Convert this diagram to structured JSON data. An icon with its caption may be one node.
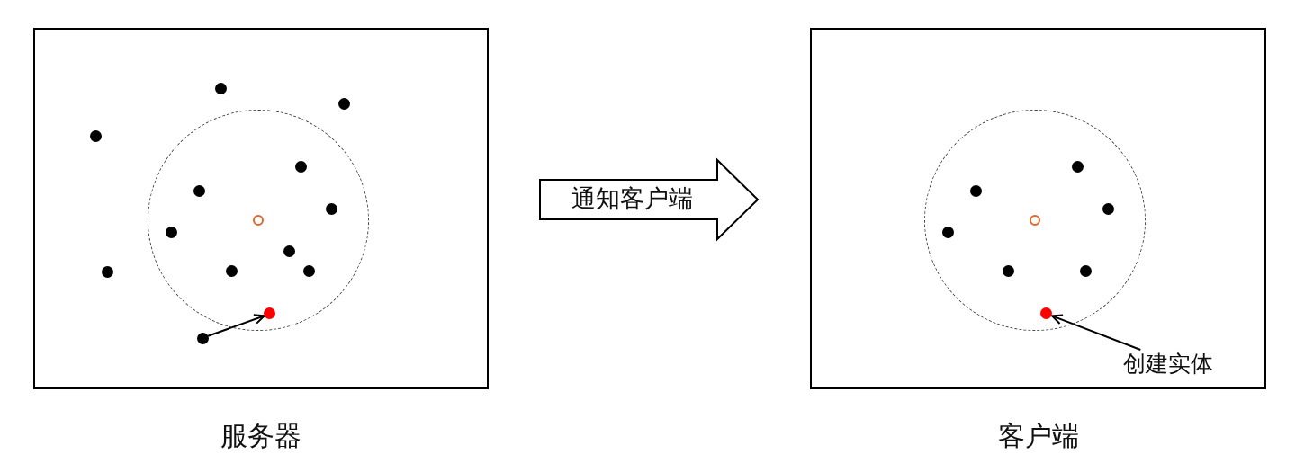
{
  "diagram": {
    "nodes": [
      {
        "text": [
          "服务器"
        ]
      },
      {
        "text": [],
        "shape": "circle",
        "in": 0
      },
      {
        "text": [],
        "shape": "dot",
        "in": 0
      },
      {
        "text": [],
        "shape": "dot",
        "in": 0
      },
      {
        "text": [],
        "shape": "dot",
        "in": 0
      },
      {
        "text": [],
        "shape": "dot",
        "in": 0
      },
      {
        "text": [],
        "shape": "dot",
        "in": 0
      },
      {
        "text": [],
        "shape": "dot",
        "in": 1
      },
      {
        "text": [],
        "shape": "dot",
        "in": 1
      },
      {
        "text": [],
        "shape": "dot",
        "in": 1
      },
      {
        "text": [],
        "shape": "ring",
        "in": 1
      },
      {
        "text": [],
        "shape": "dot",
        "in": 1
      },
      {
        "text": [],
        "shape": "dot",
        "in": 1
      },
      {
        "text": [],
        "shape": "dot",
        "in": 1
      },
      {
        "text": [],
        "shape": "dot",
        "in": 1
      },
      {
        "text": [],
        "shape": "dot",
        "in": 1
      },
      {
        "text": [
          "客户端"
        ]
      },
      {
        "text": [],
        "shape": "circle",
        "in": 16
      },
      {
        "text": [],
        "shape": "dot",
        "in": 17
      },
      {
        "text": [],
        "shape": "dot",
        "in": 17
      },
      {
        "text": [],
        "shape": "dot",
        "in": 17
      },
      {
        "text": [],
        "shape": "ring",
        "in": 17
      },
      {
        "text": [],
        "shape": "dot",
        "in": 17
      },
      {
        "text": [],
        "shape": "dot",
        "in": 17
      },
      {
        "text": [],
        "shape": "dot",
        "in": 17
      },
      {
        "text": [],
        "shape": "dot",
        "in": 17
      },
      {
        "text": [
          "创建实体"
        ],
        "in": 16
      }
    ],
    "edges": [
      {
        "from": 6,
        "to": 15,
        "arrow": "to"
      },
      {
        "from": 0,
        "to": 16,
        "arrow": "to",
        "label": "通知客户端"
      },
      {
        "from": 26,
        "to": 25,
        "arrow": "to"
      }
    ]
  }
}
